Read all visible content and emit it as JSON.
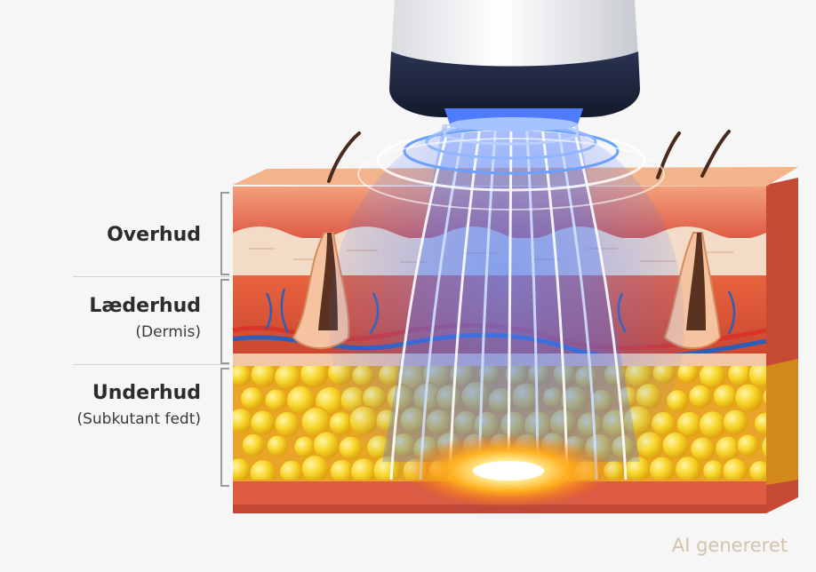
{
  "labels": {
    "epidermis": "Overhud",
    "dermis": "Læderhud",
    "dermis_sub": "(Dermis)",
    "subcutis": "Underhud",
    "subcutis_sub": "(Subkutant fedt)"
  },
  "watermark": "AI genereret",
  "colors": {
    "epidermis": "#e9725a",
    "dermis": "#f0d4bf",
    "fat": "#f6d12a",
    "energy_beam": "#3f78ff",
    "focal_heat": "#ffb020"
  },
  "icons": {
    "device": "ultrasound-applicator-icon",
    "follicle": "hair-follicle-icon"
  }
}
